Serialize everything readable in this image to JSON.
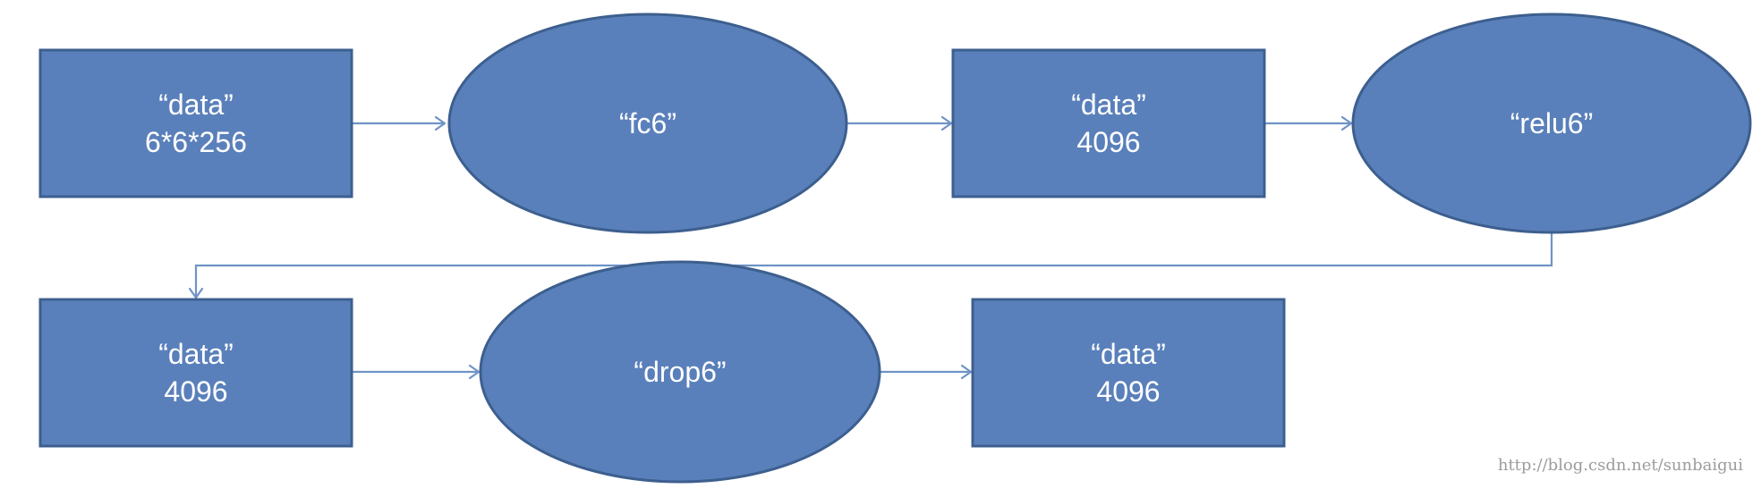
{
  "nodes": {
    "data_input": {
      "line1": "“data”",
      "line2": "6*6*256"
    },
    "fc6": {
      "label": "“fc6”"
    },
    "data_fc6": {
      "line1": "“data”",
      "line2": "4096"
    },
    "relu6": {
      "label": "“relu6”"
    },
    "data_relu6": {
      "line1": "“data”",
      "line2": "4096"
    },
    "drop6": {
      "label": "“drop6”"
    },
    "data_drop6": {
      "line1": "“data”",
      "line2": "4096"
    }
  },
  "watermark": "http://blog.csdn.net/sunbaigui",
  "colors": {
    "node_fill": "#5a80bb",
    "node_border": "#3d5f8f",
    "arrow": "#6f93c6",
    "text": "#ffffff",
    "watermark": "#9c9c9c"
  }
}
